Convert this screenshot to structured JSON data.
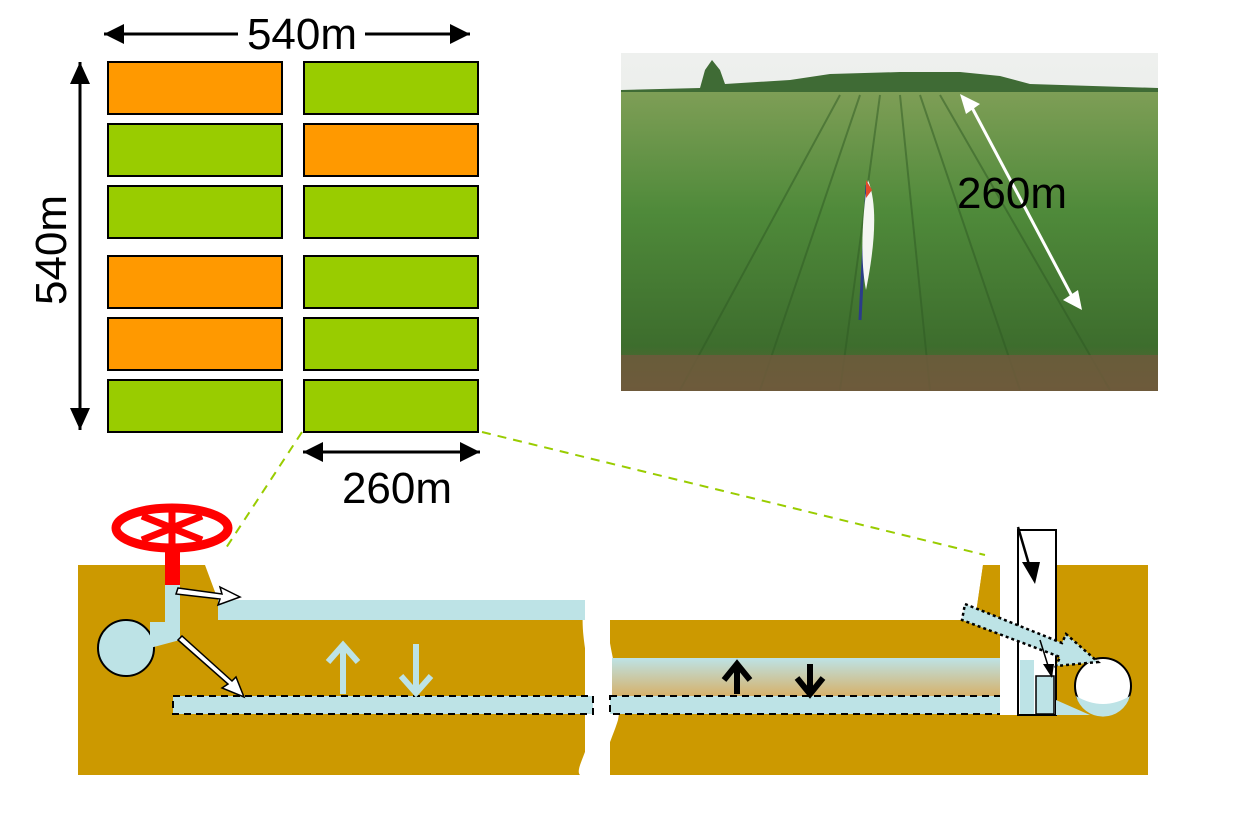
{
  "dimensions": {
    "top_width": "540m",
    "left_height": "540m",
    "field_width": "260m",
    "photo_span": "260m"
  },
  "colors": {
    "orange": "#ff9900",
    "green": "#99cc00",
    "soil": "#cc9900",
    "water": "#bde3e6",
    "valve": "#ff0000",
    "dash_line": "#99cc00"
  },
  "field_grid": {
    "rows": [
      [
        "orange",
        "green"
      ],
      [
        "green",
        "orange"
      ],
      [
        "green",
        "green"
      ],
      [
        "orange",
        "green"
      ],
      [
        "orange",
        "green"
      ],
      [
        "green",
        "green"
      ]
    ]
  },
  "icons": {
    "valve": "valve-wheel-icon",
    "pipe_left": "supply-pipe-icon",
    "pipe_right": "drain-pipe-icon"
  }
}
